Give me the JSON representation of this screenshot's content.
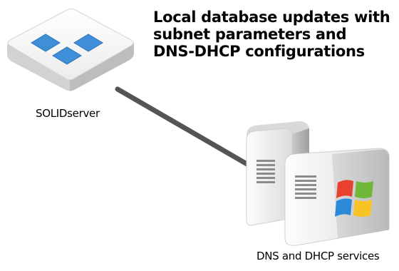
{
  "headline": {
    "lines": [
      "Local database updates with",
      "subnet parameters and",
      "DNS-DHCP configurations"
    ]
  },
  "nodes": {
    "solidserver": {
      "label": "SOLIDserver",
      "icon": "appliance-icon"
    },
    "services": {
      "label": "DNS and DHCP services",
      "icon": "windows-servers-icon"
    }
  },
  "connector": {
    "color": "#545454"
  },
  "colors": {
    "appliance_top": "#f6f6f6",
    "appliance_side": "#d8d8d8",
    "tile_blue": "#3f8fd8",
    "server_body": "#efefef",
    "server_side": "#bdbdbd",
    "win_red": "#e8412f",
    "win_green": "#6fb83a",
    "win_blue": "#2c88d9",
    "win_yellow": "#f7c325"
  }
}
